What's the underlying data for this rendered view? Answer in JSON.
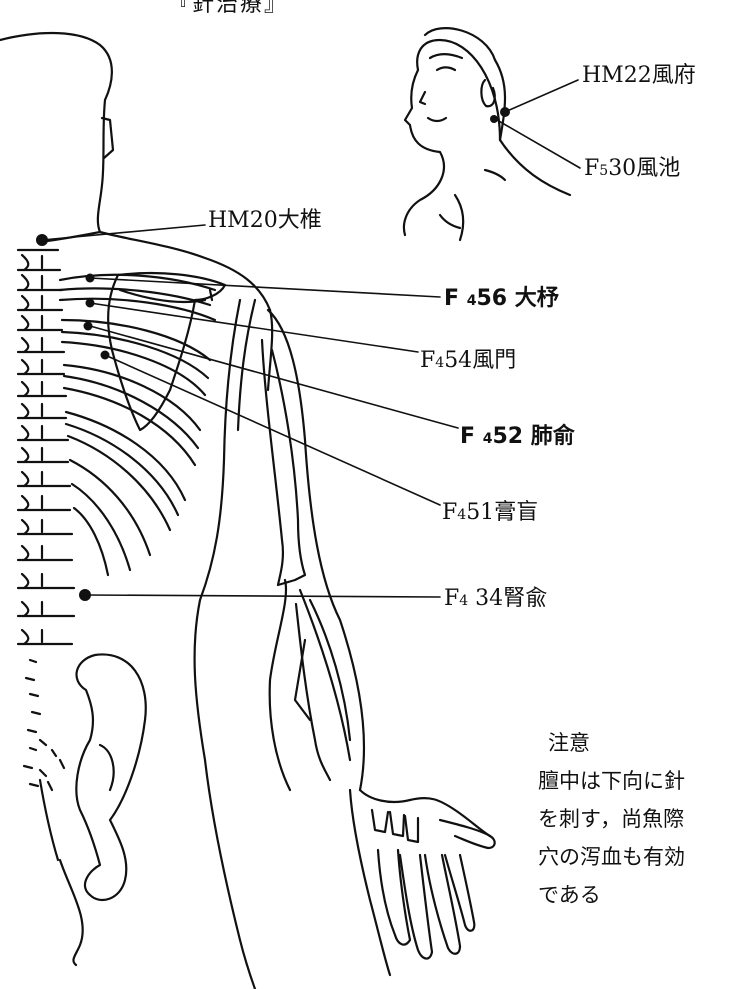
{
  "title_fragment": "『針治療』",
  "points": [
    {
      "id": "hm22",
      "code": "HM22",
      "name": "風府"
    },
    {
      "id": "f530",
      "code": "F",
      "sub": "5",
      "num": "30",
      "name": "風池"
    },
    {
      "id": "hm20",
      "code": "HM20",
      "name": "大椎"
    },
    {
      "id": "f456",
      "code": "F ",
      "sub": "4",
      "num": "56",
      "name": " 大杼"
    },
    {
      "id": "f454",
      "code": "F",
      "sub": "4",
      "num": "54",
      "name": "風門"
    },
    {
      "id": "f452",
      "code": "F ",
      "sub": "4",
      "num": "52",
      "name": " 肺俞"
    },
    {
      "id": "f451",
      "code": "F",
      "sub": "4",
      "num": "51",
      "name": "膏盲"
    },
    {
      "id": "f434",
      "code": "F",
      "sub": "4",
      "num": " 34",
      "name": "腎兪"
    }
  ],
  "note": {
    "title": "注意",
    "lines": [
      "膻中は下向に針",
      "を刺す，尚魚際",
      "穴の泻血も有効",
      "である"
    ]
  },
  "colors": {
    "ink": "#111111",
    "paper": "#ffffff"
  }
}
